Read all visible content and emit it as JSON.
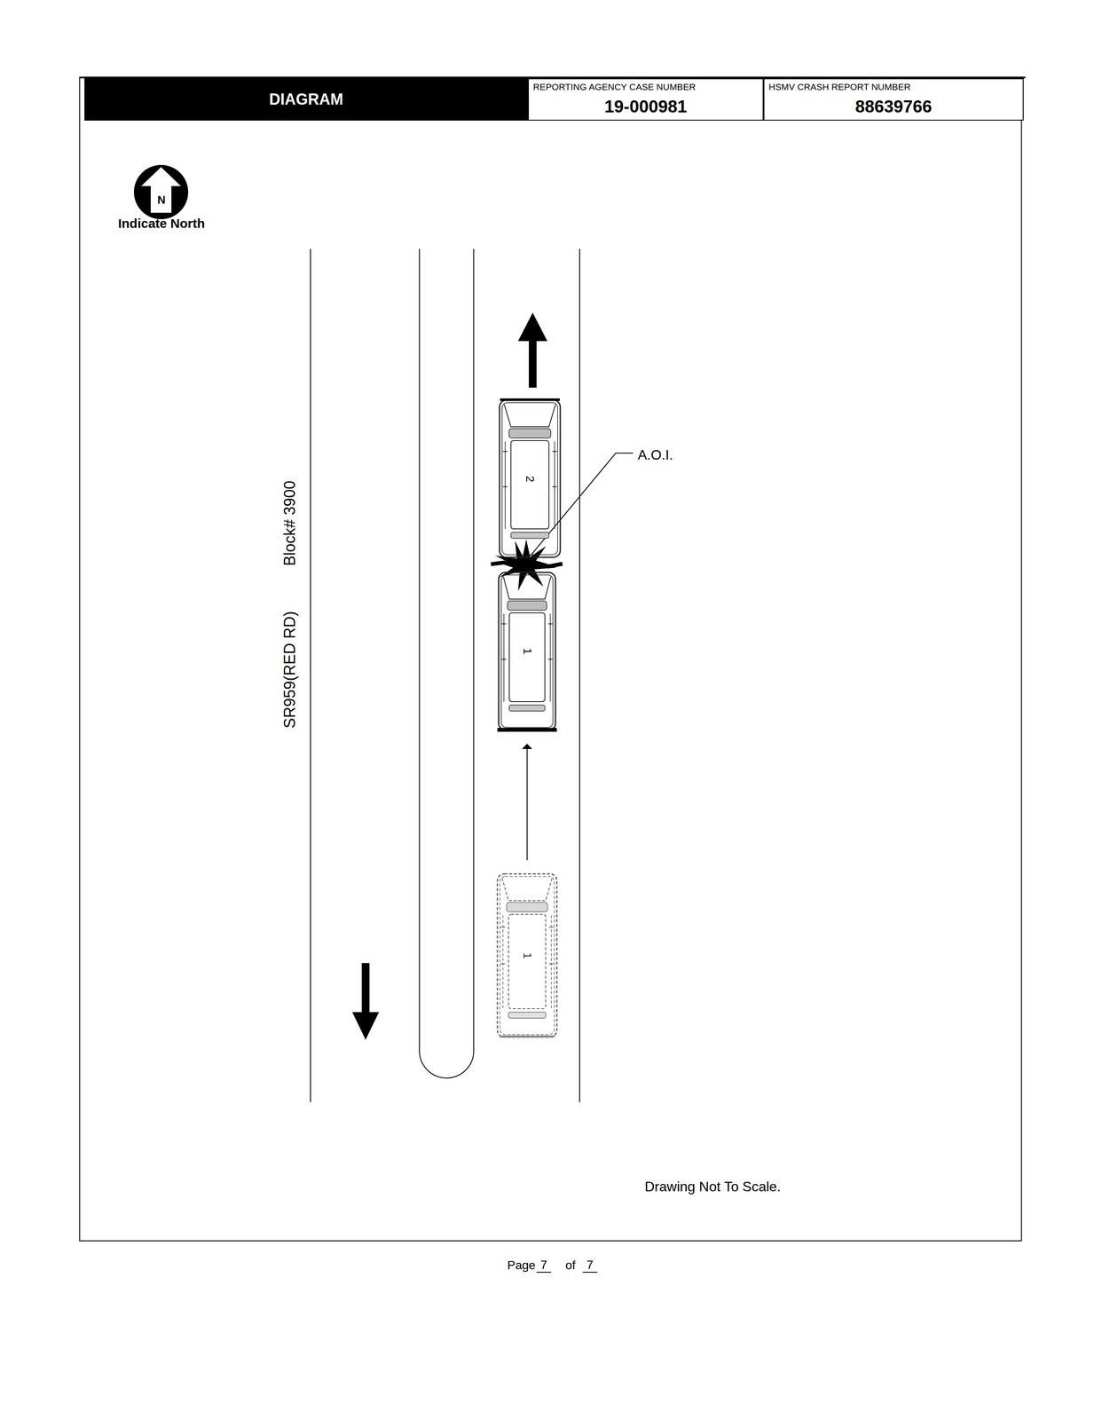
{
  "diagram": {
    "nodes": [
      {
        "text": [
          "DIAGRAM"
        ]
      },
      {
        "text": [
          "REPORTING AGENCY CASE NUMBER",
          "19-000981"
        ]
      },
      {
        "text": [
          "HSMV CRASH REPORT NUMBER",
          "88639766"
        ]
      },
      {
        "text": [
          "N",
          "Indicate North"
        ]
      },
      {
        "text": [
          "2"
        ]
      },
      {
        "text": [
          "1"
        ]
      },
      {
        "text": [
          "1"
        ]
      }
    ],
    "edges": [
      {
        "from": 6,
        "to": 5,
        "arrow": "to"
      }
    ],
    "labels": [
      "SR959(RED RD)",
      "Block# 3900",
      "A.O.I.",
      "Drawing Not To Scale.",
      "Page",
      "7",
      "of",
      "7"
    ]
  }
}
